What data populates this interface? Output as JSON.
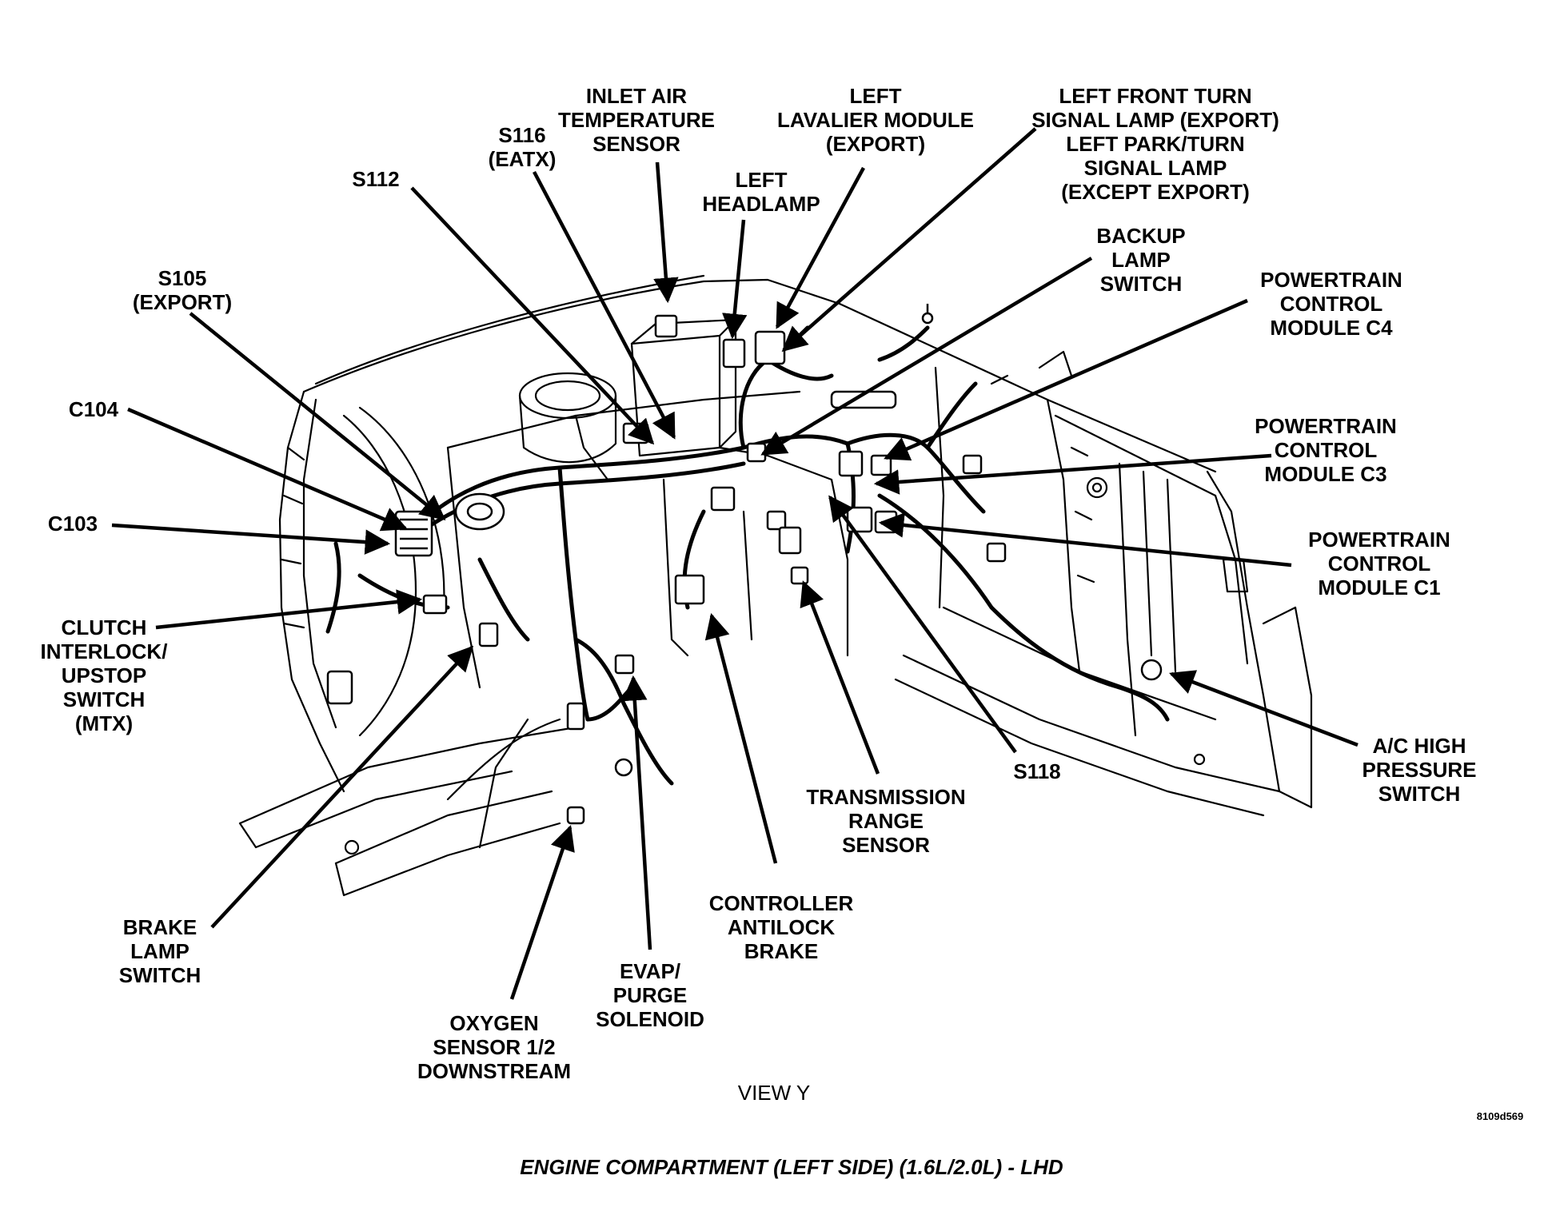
{
  "labels": [
    {
      "id": "inlet-air-temperature-sensor",
      "text": "INLET AIR\nTEMPERATURE\nSENSOR"
    },
    {
      "id": "s116",
      "text": "S116\n(EATX)"
    },
    {
      "id": "left-lavalier-module",
      "text": "LEFT\nLAVALIER MODULE\n(EXPORT)"
    },
    {
      "id": "left-front-turn-signal",
      "text": "LEFT FRONT TURN\nSIGNAL LAMP (EXPORT)\nLEFT PARK/TURN\nSIGNAL LAMP\n(EXCEPT EXPORT)"
    },
    {
      "id": "s112",
      "text": "S112"
    },
    {
      "id": "left-headlamp",
      "text": "LEFT\nHEADLAMP"
    },
    {
      "id": "backup-lamp-switch",
      "text": "BACKUP\nLAMP\nSWITCH"
    },
    {
      "id": "s105",
      "text": "S105\n(EXPORT)"
    },
    {
      "id": "pcm-c4",
      "text": "POWERTRAIN\nCONTROL\nMODULE C4"
    },
    {
      "id": "c104",
      "text": "C104"
    },
    {
      "id": "pcm-c3",
      "text": "POWERTRAIN\nCONTROL\nMODULE C3"
    },
    {
      "id": "c103",
      "text": "C103"
    },
    {
      "id": "pcm-c1",
      "text": "POWERTRAIN\nCONTROL\nMODULE C1"
    },
    {
      "id": "clutch-interlock",
      "text": "CLUTCH\nINTERLOCK/\nUPSTOP\nSWITCH\n(MTX)"
    },
    {
      "id": "ac-high-pressure-switch",
      "text": "A/C HIGH\nPRESSURE\nSWITCH"
    },
    {
      "id": "s118",
      "text": "S118"
    },
    {
      "id": "transmission-range-sensor",
      "text": "TRANSMISSION\nRANGE\nSENSOR"
    },
    {
      "id": "controller-antilock-brake",
      "text": "CONTROLLER\nANTILOCK\nBRAKE"
    },
    {
      "id": "brake-lamp-switch",
      "text": "BRAKE\nLAMP\nSWITCH"
    },
    {
      "id": "evap-purge-solenoid",
      "text": "EVAP/\nPURGE\nSOLENOID"
    },
    {
      "id": "oxygen-sensor",
      "text": "OXYGEN\nSENSOR 1/2\nDOWNSTREAM"
    }
  ],
  "view_label": "VIEW Y",
  "figure_code": "8109d569",
  "caption": "ENGINE COMPARTMENT (LEFT SIDE) (1.6L/2.0L) - LHD"
}
